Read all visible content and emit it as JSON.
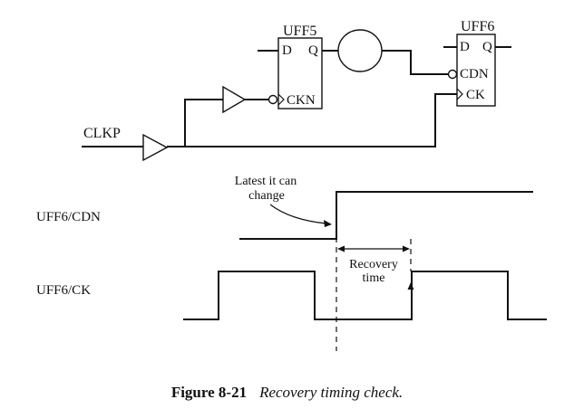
{
  "circuit": {
    "clock_input": "CLKP",
    "uff5": {
      "name": "UFF5",
      "pin_d": "D",
      "pin_q": "Q",
      "pin_clk": "CKN"
    },
    "uff6": {
      "name": "UFF6",
      "pin_d": "D",
      "pin_q": "Q",
      "pin_cdn": "CDN",
      "pin_clk": "CK"
    }
  },
  "waveforms": {
    "signal_cdn": "UFF6/CDN",
    "signal_ck": "UFF6/CK",
    "annotation_line1": "Latest it can",
    "annotation_line2": "change",
    "recovery_line1": "Recovery",
    "recovery_line2": "time"
  },
  "caption": {
    "number": "Figure 8-21",
    "title": "Recovery timing check."
  }
}
